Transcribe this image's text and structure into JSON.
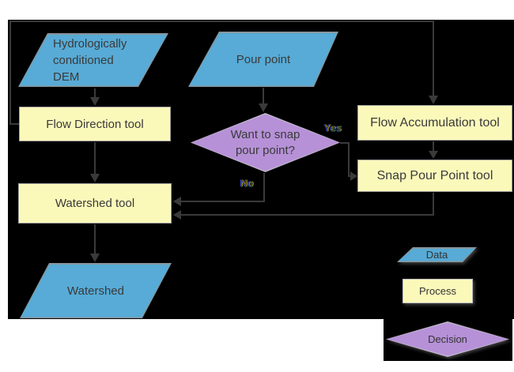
{
  "diagram": {
    "type": "flowchart",
    "nodes": {
      "dem": {
        "shape": "parallelogram",
        "kind": "data",
        "label_lines": [
          "Hydrologically",
          "conditioned",
          "DEM"
        ]
      },
      "flow_direction": {
        "shape": "rectangle",
        "kind": "process",
        "label": "Flow Direction tool"
      },
      "pour_point": {
        "shape": "parallelogram",
        "kind": "data",
        "label": "Pour point"
      },
      "decision": {
        "shape": "diamond",
        "kind": "decision",
        "label_lines": [
          "Want to snap",
          "pour point?"
        ]
      },
      "flow_accumulation": {
        "shape": "rectangle",
        "kind": "process",
        "label": "Flow Accumulation tool"
      },
      "snap_pour_point": {
        "shape": "rectangle",
        "kind": "process",
        "label": "Snap Pour Point tool"
      },
      "watershed_tool": {
        "shape": "rectangle",
        "kind": "process",
        "label": "Watershed tool"
      },
      "watershed": {
        "shape": "parallelogram",
        "kind": "data",
        "label": "Watershed"
      }
    },
    "edges": [
      {
        "from": "dem",
        "to": "flow_direction"
      },
      {
        "from": "flow_direction",
        "to": "watershed_tool"
      },
      {
        "from": "flow_direction",
        "to": "flow_accumulation"
      },
      {
        "from": "pour_point",
        "to": "decision"
      },
      {
        "from": "decision",
        "to": "snap_pour_point",
        "label": "Yes"
      },
      {
        "from": "flow_accumulation",
        "to": "snap_pour_point"
      },
      {
        "from": "decision",
        "to": "watershed_tool",
        "label": "No"
      },
      {
        "from": "snap_pour_point",
        "to": "watershed_tool"
      },
      {
        "from": "watershed_tool",
        "to": "watershed"
      }
    ],
    "edge_labels": {
      "yes": "Yes",
      "no": "No"
    },
    "legend": {
      "data_label": "Data",
      "process_label": "Process",
      "decision_label": "Decision"
    },
    "colors": {
      "background_panel": "#000000",
      "page": "#ffffff",
      "data_fill": "#57abd6",
      "process_fill": "#fbf9ba",
      "decision_fill": "#b691d7",
      "connector": "#3a3a3a",
      "text": "#3a3a3a"
    }
  }
}
